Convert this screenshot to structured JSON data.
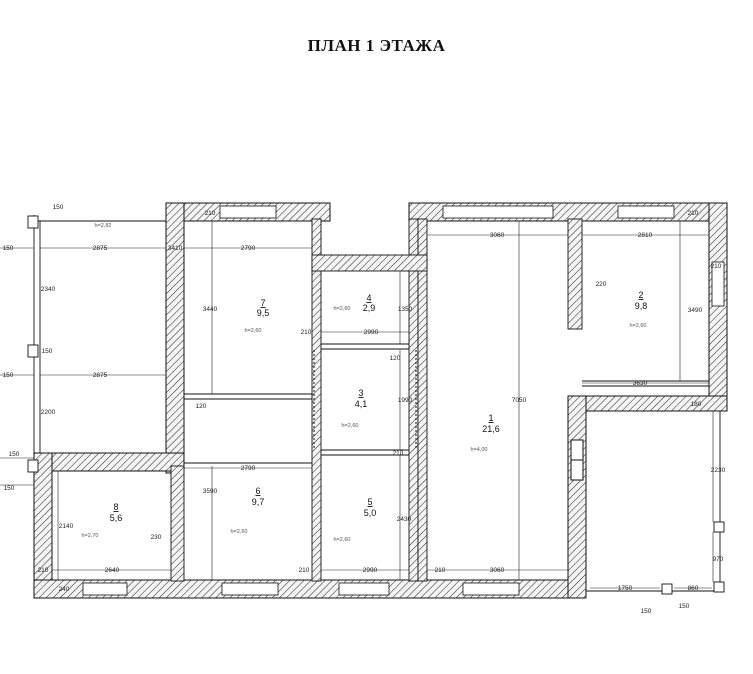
{
  "title": "ПЛАН 1 ЭТАЖА",
  "rooms": [
    {
      "id": "r7",
      "num": "7",
      "area": "9,5",
      "height": "h=2,60"
    },
    {
      "id": "r4",
      "num": "4",
      "area": "2,9",
      "height": "h=2,60"
    },
    {
      "id": "r3",
      "num": "3",
      "area": "4,1",
      "height": "h=2,60"
    },
    {
      "id": "r5",
      "num": "5",
      "area": "5,0",
      "height": "h=2,60"
    },
    {
      "id": "r6",
      "num": "6",
      "area": "9,7",
      "height": "h=2,60"
    },
    {
      "id": "r8",
      "num": "8",
      "area": "5,6",
      "height": "h=2,70"
    },
    {
      "id": "r1",
      "num": "1",
      "area": "21,6",
      "height": "h=4,00"
    },
    {
      "id": "r2",
      "num": "2",
      "area": "9,8",
      "height": "h=2,60"
    }
  ],
  "outdoor_height": "h=2,82",
  "dimensions": {
    "d150_top": "150",
    "d150_left1": "150",
    "d2875_top": "2875",
    "d3410": "3410",
    "d2790_top": "2790",
    "d3060_top": "3060",
    "d2810": "2810",
    "d3440": "3440",
    "d2340": "2340",
    "d150_left2": "150",
    "d150_left_mid": "150",
    "d2875_mid": "2875",
    "d2200": "2200",
    "d150_left3": "150",
    "d150_left4": "150",
    "d210_a": "210",
    "d1350": "1350",
    "d2990_top": "2990",
    "d120_a": "120",
    "d120_b": "120",
    "d1990": "1990",
    "d210_b": "210",
    "d2790_mid": "2790",
    "d3590": "3590",
    "d2430": "2430",
    "d230": "230",
    "d2140": "2140",
    "d2640": "2640",
    "d210_bl": "210",
    "d210_bm": "210",
    "d2990_bot": "2990",
    "d210_bm2": "210",
    "d3060_bot": "3060",
    "d7050": "7050",
    "d220": "220",
    "d3490": "3490",
    "d3630": "3630",
    "d180": "180",
    "d210_r": "210",
    "d2230": "2230",
    "d970": "970",
    "d1750": "1750",
    "d860": "860",
    "d150_b1": "150",
    "d150_b2": "150",
    "d210_tr": "210",
    "d210_tl": "210",
    "d240": "240"
  }
}
